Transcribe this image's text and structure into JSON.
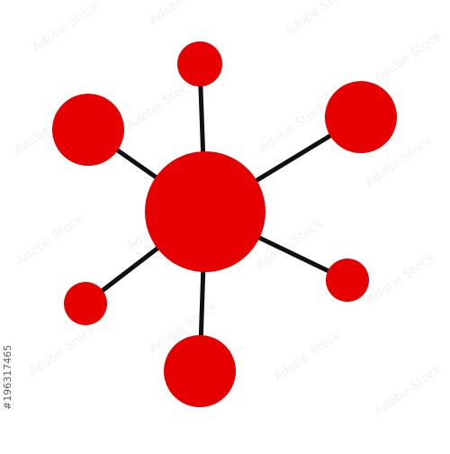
{
  "graphic": {
    "colors": {
      "node_fill": "#e60000",
      "connector": "#111111",
      "background": "#ffffff",
      "watermark": "#d9d9d9",
      "id_text": "#5f5f5f"
    },
    "shape": "hub-and-spoke network icon"
  },
  "watermark": {
    "text": "Adobe Stock"
  },
  "stock_id": {
    "text": "#196317465"
  }
}
